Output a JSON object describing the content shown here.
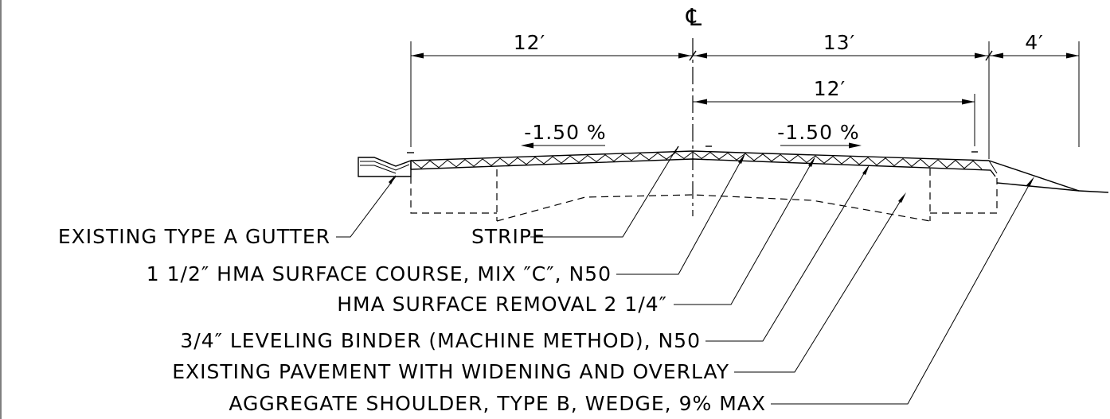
{
  "centerline_symbol": "℄",
  "dimensions": {
    "left_lane": "12′",
    "right_lane": "13′",
    "right_inner": "12′",
    "shoulder": "4′"
  },
  "slopes": {
    "left": "-1.50 %",
    "right": "-1.50 %"
  },
  "callouts": {
    "gutter": "EXISTING TYPE A GUTTER",
    "stripe": "STRIPE",
    "surface_course": "1 1/2″ HMA SURFACE COURSE, MIX ″C″, N50",
    "surface_removal": "HMA SURFACE REMOVAL 2 1/4″",
    "leveling_binder": "3/4″ LEVELING BINDER (MACHINE METHOD), N50",
    "existing_pavement": "EXISTING PAVEMENT WITH WIDENING AND OVERLAY",
    "aggregate_shoulder": "AGGREGATE SHOULDER, TYPE B, WEDGE, 9% MAX"
  }
}
